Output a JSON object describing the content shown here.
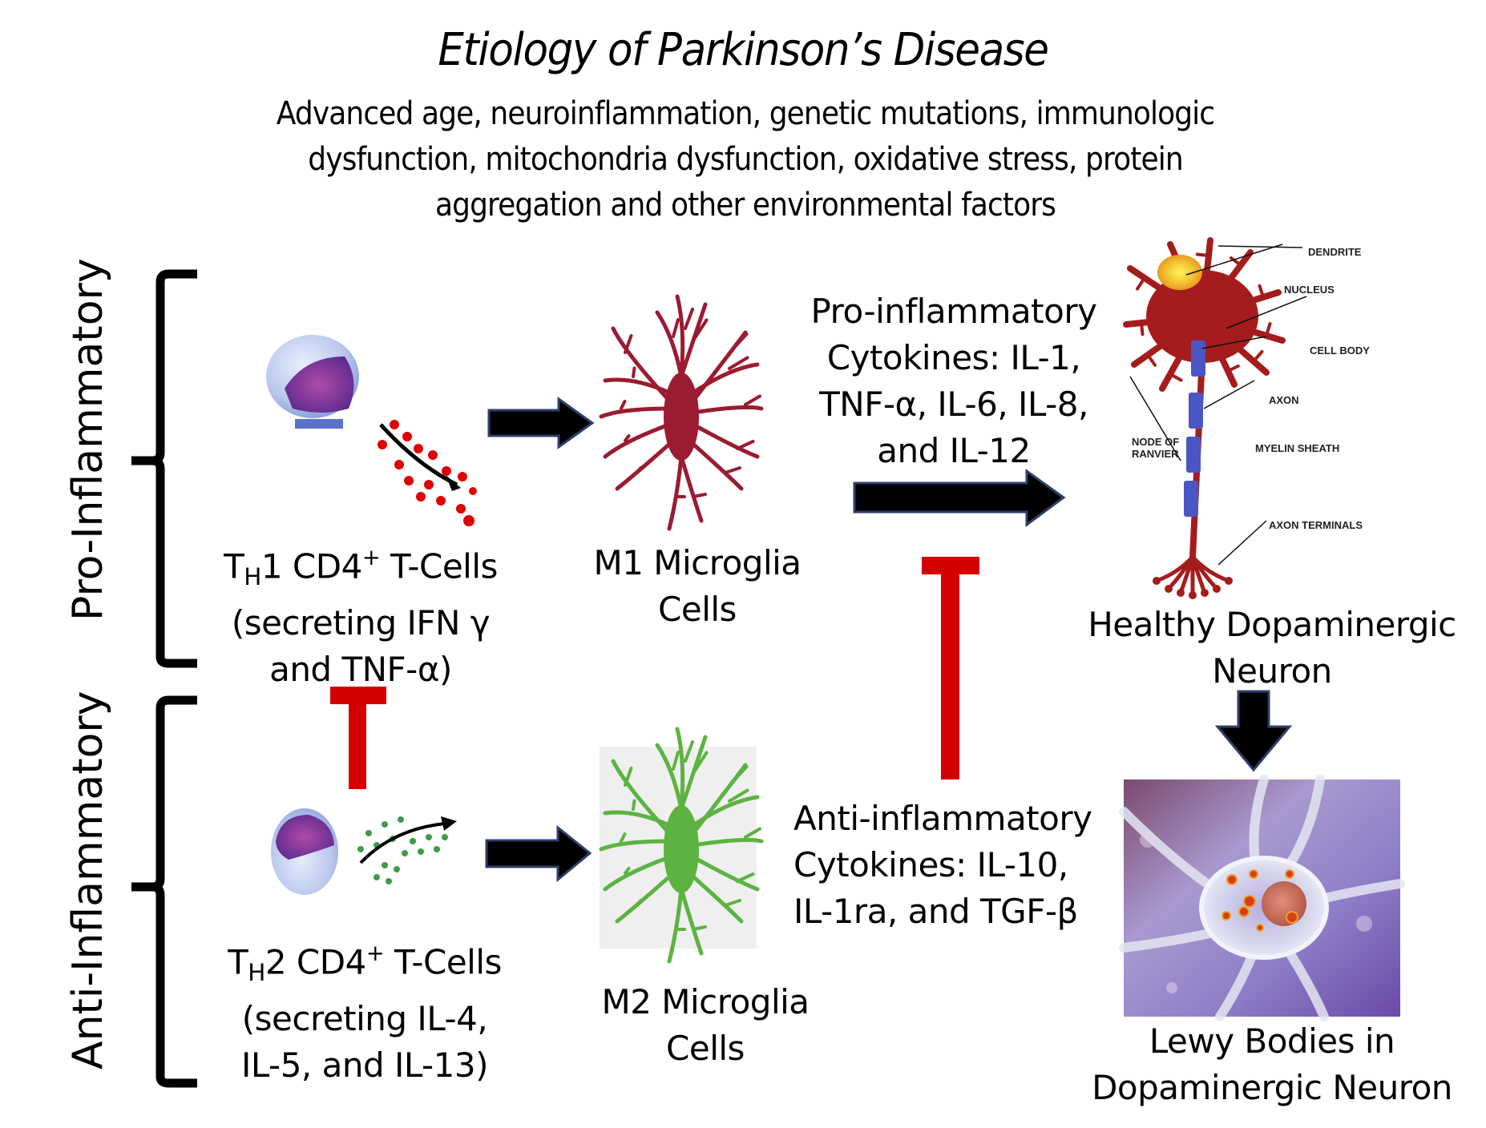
{
  "title": "Etiology of Parkinson’s Disease",
  "subtitle": {
    "lines": [
      "Advanced age, neuroinflammation, genetic mutations, immunologic",
      "dysfunction, mitochondria dysfunction, oxidative stress, protein",
      "aggregation and other environmental factors"
    ]
  },
  "groups": {
    "pro": {
      "label": "Pro-Inflammatory"
    },
    "anti": {
      "label": "Anti-Inflammatory"
    }
  },
  "th1": {
    "prefix": "T",
    "subscript": "H",
    "line1_rest": "1 CD4",
    "superscript": "+",
    "line1_tail": " T-Cells",
    "line2": "(secreting IFN γ",
    "line3": "and TNF-α)"
  },
  "th2": {
    "prefix": "T",
    "subscript": "H",
    "line1_rest": "2 CD4",
    "superscript": "+",
    "line1_tail": " T-Cells",
    "line2": "(secreting IL-4,",
    "line3": "IL-5, and IL-13)"
  },
  "m1": {
    "line1": "M1 Microglia",
    "line2": "Cells"
  },
  "m2": {
    "line1": "M2 Microglia",
    "line2": "Cells"
  },
  "pro_cytokines": {
    "lines": [
      "Pro-inflammatory",
      "Cytokines: IL-1,",
      "TNF-α, IL-6, IL-8,",
      "and IL-12"
    ]
  },
  "anti_cytokines": {
    "lines": [
      "Anti-inflammatory",
      "Cytokines: IL-10,",
      "IL-1ra, and TGF-β"
    ]
  },
  "healthy_neuron": {
    "lines": [
      "Healthy Dopaminergic",
      "Neuron"
    ],
    "parts": {
      "dendrite": "DENDRITE",
      "nucleus": "NUCLEUS",
      "cell_body": "CELL BODY",
      "axon": "AXON",
      "node": [
        "NODE OF",
        "RANVIER"
      ],
      "myelin": "MYELIN SHEATH",
      "terminals": "AXON TERMINALS"
    }
  },
  "lewy": {
    "lines": [
      "Lewy Bodies in",
      "Dopaminergic Neuron"
    ]
  },
  "colors": {
    "inhibit": "#d40000",
    "arrow_fill": "#000000",
    "arrow_border": "#2f3f6b",
    "m1": "#9b1b30",
    "m2": "#5cb341",
    "neuron": "#a51c1c",
    "myelin": "#4a56c4"
  }
}
